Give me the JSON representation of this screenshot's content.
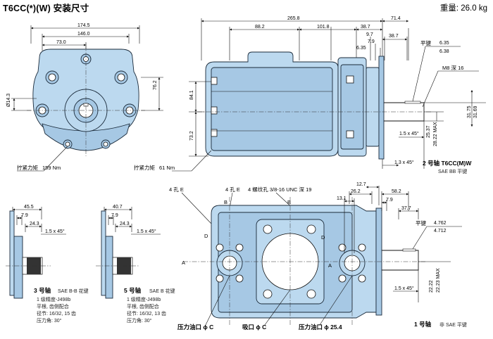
{
  "header": {
    "title": "T6CC(*)(W)  安装尺寸",
    "weight": "重量: 26.0 kg"
  },
  "front_view": {
    "dims": [
      "174.5",
      "146.0",
      "73.0",
      "76.2",
      "Ø14.3"
    ],
    "torque_label": "拧紧力矩",
    "torque_value": "159 Nm"
  },
  "side_view": {
    "dims": [
      "265.8",
      "71.4",
      "88.2",
      "101.8",
      "38.7",
      "9.7",
      "7.9",
      "6.35",
      "38.7",
      "84.1",
      "73.2",
      "1.3 x 45°",
      "1.5 x 45°",
      "25.37",
      "28.22 MAX"
    ],
    "key_label": "平键",
    "key_values": [
      "6.35",
      "6.38"
    ],
    "thread_label": "M8 深 16",
    "shaft_dia": [
      "31.75",
      "31.69"
    ],
    "torque_label": "拧紧力矩",
    "torque_value": "61 Nm",
    "shaft_title": "2 号轴  T6CC(M)W",
    "shaft_sub": "SAE BB 平键"
  },
  "shaft3": {
    "dims": [
      "45.5",
      "7.9",
      "24.3",
      "1.5 x 45°"
    ],
    "title": "3 号轴",
    "sub": "SAE B-B 花键",
    "notes": [
      "1 级精度-J498b",
      "平根, 齿侧配合",
      "径节: 16/32, 15 齿",
      "压力角: 30°"
    ]
  },
  "shaft5": {
    "dims": [
      "40.7",
      "7.9",
      "24.3",
      "1.5 x 45°"
    ],
    "title": "5 号轴",
    "sub": "SAE B 花键",
    "notes": [
      "1 级精度-J498b",
      "平根, 齿侧配合",
      "径节: 16/32, 13 齿",
      "压力角: 30°"
    ]
  },
  "bottom_view": {
    "labels": [
      "4 孔 E",
      "4 孔 E",
      "4 螺纹孔 3/8-16 UNC 深 19"
    ],
    "letters": [
      "B",
      "B",
      "D",
      "A",
      "D",
      "A"
    ],
    "dims": [
      "13.1",
      "26.2",
      "12.7",
      "58.2",
      "7.9",
      "37.7",
      "1.5 x 45°",
      "22.22",
      "22.23 MAX"
    ],
    "key_label": "平键",
    "key_values": [
      "4.762",
      "4.712"
    ],
    "port_labels": [
      "压力油口 ϕ C",
      "吸口 ϕ C",
      "压力油口 ϕ 25.4"
    ],
    "shaft_title": "1 号轴",
    "shaft_sub": "非 SAE 平键"
  }
}
